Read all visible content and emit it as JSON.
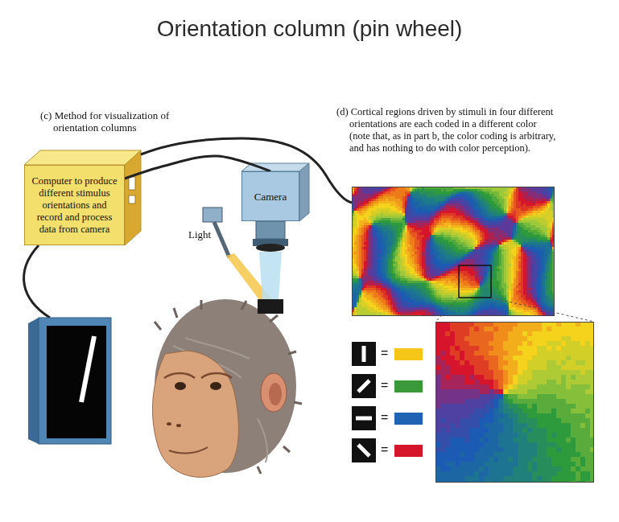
{
  "diagram": {
    "title": "Orientation column (pin wheel)",
    "nodes": [
      {
        "text": [
          "Computer to produce different stimulus orientations and record and process data from camera"
        ]
      },
      {
        "text": [
          "Camera"
        ]
      }
    ],
    "edges": [
      {
        "from": 0,
        "to": 1,
        "arrow": "none"
      }
    ],
    "labels": [
      "(c) Method for visualization of orientation columns",
      "Light",
      "(d) Cortical regions driven by stimuli in four different orientations are each coded in a different color (note that, as in part b, the color coding is arbitrary, and has nothing to do with color perception)."
    ],
    "legend": [
      {
        "text": "=",
        "color": "#f5c518"
      },
      {
        "text": "=",
        "color": "#3a9a3a"
      },
      {
        "text": "=",
        "color": "#1f63b5"
      },
      {
        "text": "=",
        "color": "#d5152a"
      }
    ]
  }
}
